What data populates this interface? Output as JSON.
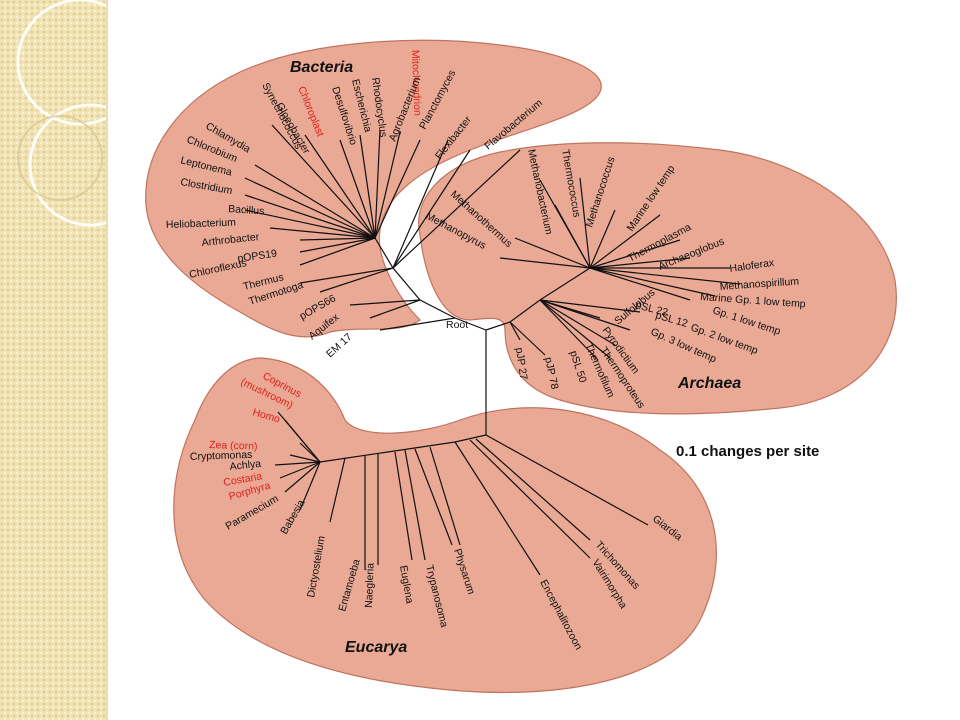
{
  "domains": {
    "bacteria": "Bacteria",
    "archaea": "Archaea",
    "eucarya": "Eucarya"
  },
  "root_label": "Root",
  "scale_label": "0.1 changes per site",
  "bacteria_taxa": {
    "synechococcus": "Synechococcus",
    "chloroplast": "Chloroplast",
    "mitochondrion": "Mitochondrion",
    "rhodocyclus": "Rhodocyclus",
    "escherichia": "Escherichia",
    "desulfovibrio": "Desulfovibrio",
    "gloeobacter": "Gloeobacter",
    "chlamydia": "Chlamydia",
    "chlorobium": "Chlorobium",
    "leptonema": "Leptonema",
    "clostridium": "Clostridium",
    "bacillus": "Bacillus",
    "heliobacterium": "Heliobacterium",
    "arthrobacter": "Arthrobacter",
    "pops19": "pOPS19",
    "chloroflexus": "Chloroflexus",
    "thermus": "Thermus",
    "thermotoga": "Thermotoga",
    "pops66": "pOPS66",
    "aquifex": "Aquifex",
    "em17": "EM 17",
    "agrobacterium": "Agrobacterium",
    "planctomyces": "Planctomyces",
    "flexibacter": "Flexibacter",
    "flavobacterium": "Flavobacterium"
  },
  "archaea_taxa": {
    "methanobacterium": "Methanobacterium",
    "thermococcus": "Thermococcus",
    "methanococcus": "Methanococcus",
    "marine_low_temp": "Marine low temp",
    "methanothermus": "Methanothermus",
    "methanopyrus": "Methanopyrus",
    "thermoplasma": "Thermoplasma",
    "archaeoglobus": "Archaeoglobus",
    "haloferax": "Haloferax",
    "methanospirillum": "Methanospirillum",
    "marine_gp1": "Marine Gp. 1 low temp",
    "psl22": "pSL 22",
    "psl12": "pSL 12",
    "gp1_low_temp": "Gp. 1 low temp",
    "gp2_low_temp": "Gp. 2 low temp",
    "gp3_low_temp": "Gp. 3 low temp",
    "sulfolobus": "Sulfolobus",
    "pyrodictium": "Pyrodictium",
    "thermoproteus": "Thermoproteus",
    "thermofilum": "Thermofilum",
    "psl50": "pSL 50",
    "pjp78": "pJP 78",
    "pjp27": "pJP 27"
  },
  "eucarya_taxa": {
    "coprinus": "Coprinus",
    "mushroom": "(mushroom)",
    "homo": "Homo",
    "zea": "Zea (corn)",
    "cryptomonas": "Cryptomonas",
    "achlya": "Achlya",
    "costaria": "Costaria",
    "porphyra": "Porphyra",
    "paramecium": "Paramecium",
    "babesia": "Babesia",
    "dictyostelium": "Dictyostelium",
    "entamoeba": "Entamoeba",
    "naegleria": "Naegleria",
    "euglena": "Euglena",
    "trypanosoma": "Trypanosoma",
    "physarum": "Physarum",
    "encephalitozoon": "Encephalitozoon",
    "vairimorpha": "Vairimorpha",
    "trichomonas": "Trichomonas",
    "giardia": "Giardia"
  },
  "colors": {
    "blob": "#e9a994",
    "blob_edge": "#c0735e",
    "highlight": "#e0201c",
    "sidebar": "#f1e3b3"
  }
}
